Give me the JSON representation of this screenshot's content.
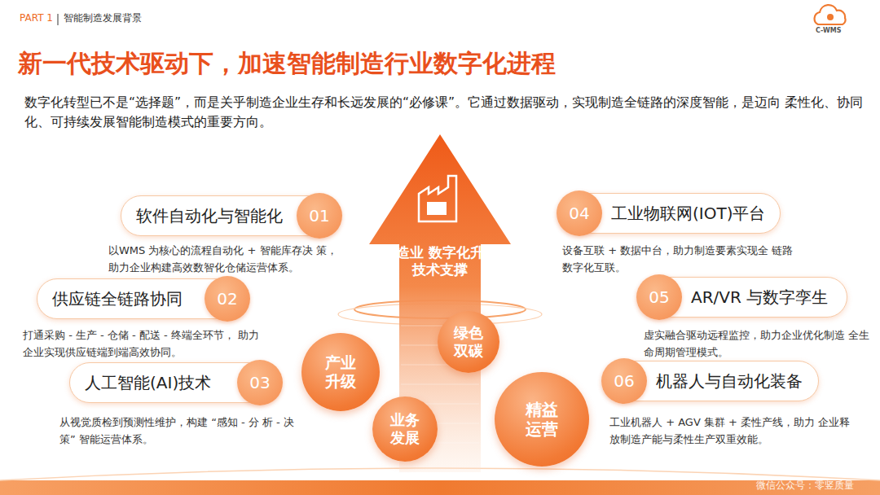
{
  "diagram": {
    "title": "新一代技术驱动下，加速智能制造行业数字化进程",
    "nodes": [
      {
        "text": [
          "软件自动化与智能化"
        ]
      },
      {
        "text": [
          "01"
        ],
        "in": 0
      },
      {
        "text": [
          "制造业 数字化升级 技术支撑"
        ]
      },
      {
        "text": [
          "工业物联网(IOT)平台"
        ]
      },
      {
        "text": [
          "04"
        ],
        "in": 3
      },
      {
        "text": [
          "供应链全链路协同"
        ]
      },
      {
        "text": [
          "02"
        ],
        "in": 5
      },
      {
        "text": [
          "AR/VR 与数字孪生"
        ]
      },
      {
        "text": [
          "05"
        ],
        "in": 7
      },
      {
        "text": [
          "绿色 双碳"
        ]
      },
      {
        "text": [
          "产业 升级"
        ]
      },
      {
        "text": [
          "人工智能(AI)技术"
        ]
      },
      {
        "text": [
          "03"
        ],
        "in": 11
      },
      {
        "text": [
          "机器人与自动化装备"
        ]
      },
      {
        "text": [
          "06"
        ],
        "in": 13
      },
      {
        "text": [
          "精益 运营"
        ]
      },
      {
        "text": [
          "业务 发展"
        ]
      }
    ],
    "labels": [
      "PART 1",
      "智能制造发展背景",
      "C-WMS",
      "数字化转型已不是“选择题”，而是关乎制造企业生存和长远发展的“必修课”。它通过数据驱动，实现制造全链路的深度智能，是迈向 柔性化、协同化、可持续发展智能制造模式的重要方向。",
      "以WMS 为核心的流程自动化 + 智能库存决 策，助力企业构建高效数智化仓储运营体系。",
      "设备互联 + 数据中台，助力制造要素实现全 链路数字化互联。",
      "打通采购 - 生产 - 仓储 - 配送 - 终端全环节， 助力企业实现供应链端到端高效协同。",
      "虚实融合驱动远程监控，助力企业优化制造 全生命周期管理模式。",
      "从视觉质检到预测性维护，构建 “感知 - 分 析 - 决策” 智能运营体系。",
      "工业机器人 + AGV 集群 + 柔性产线，助力 企业释放制造产能与柔性生产双重效能。",
      "微信公众号：零竖质量"
    ]
  }
}
